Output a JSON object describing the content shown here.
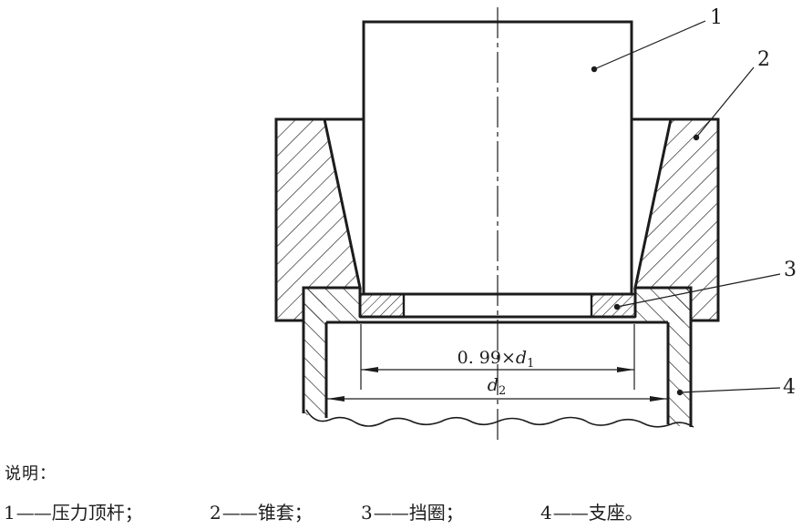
{
  "figure": {
    "callouts": [
      {
        "num": "1"
      },
      {
        "num": "2"
      },
      {
        "num": "3"
      },
      {
        "num": "4"
      }
    ],
    "dimensions": {
      "d1": {
        "prefix": "0. 99×",
        "symbol": "d",
        "sub": "1"
      },
      "d2": {
        "symbol": "d",
        "sub": "2"
      }
    }
  },
  "legend": {
    "heading": "说明：",
    "items": [
      {
        "num": "1",
        "dash": "——",
        "label": "压力顶杆；"
      },
      {
        "num": "2",
        "dash": "——",
        "label": "锥套；"
      },
      {
        "num": "3",
        "dash": "——",
        "label": "挡圈；"
      },
      {
        "num": "4",
        "dash": "——",
        "label": "支座。"
      }
    ]
  },
  "colors": {
    "line": "#1c1c1c",
    "background": "#ffffff"
  }
}
